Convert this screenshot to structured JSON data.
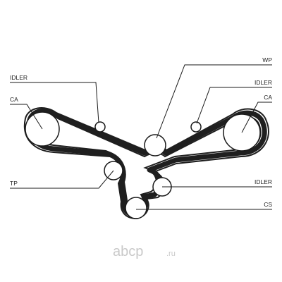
{
  "colors": {
    "line": "#1a1a1a",
    "belt": "#1f1f1f",
    "text": "#222222",
    "watermark": "#c9c9c9"
  },
  "labels": {
    "idler_left": "IDLER",
    "ca_left": "CA",
    "tp": "TP",
    "wp": "WP",
    "idler_right_top": "IDLER",
    "ca_right": "CA",
    "idler_right_bottom": "IDLER",
    "cs": "CS"
  },
  "watermark": {
    "brand": "abcp",
    "suffix": ".ru"
  }
}
